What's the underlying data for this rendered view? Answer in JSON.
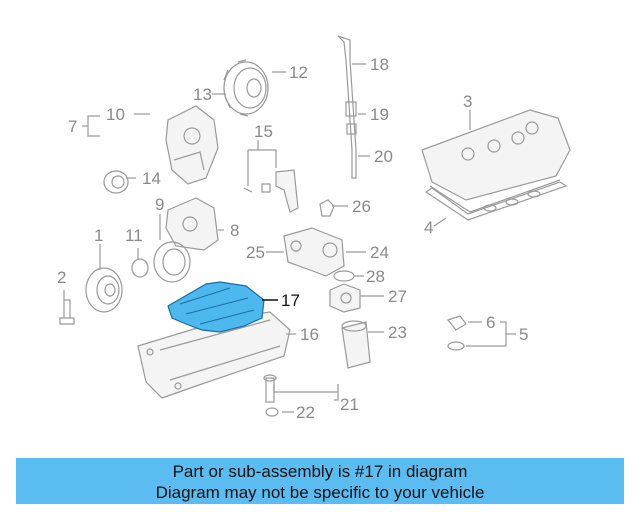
{
  "diagram": {
    "highlight_color": "#4db8ee",
    "highlighted_part": "17",
    "callouts": [
      "1",
      "2",
      "3",
      "4",
      "5",
      "6",
      "7",
      "8",
      "9",
      "10",
      "11",
      "12",
      "13",
      "14",
      "15",
      "16",
      "17",
      "18",
      "19",
      "20",
      "21",
      "22",
      "23",
      "24",
      "25",
      "26",
      "27",
      "28"
    ]
  },
  "banner": {
    "line1": "Part or sub-assembly is #17 in diagram",
    "line2": "Diagram may not be specific to your vehicle",
    "background": "#5bbcf2"
  }
}
